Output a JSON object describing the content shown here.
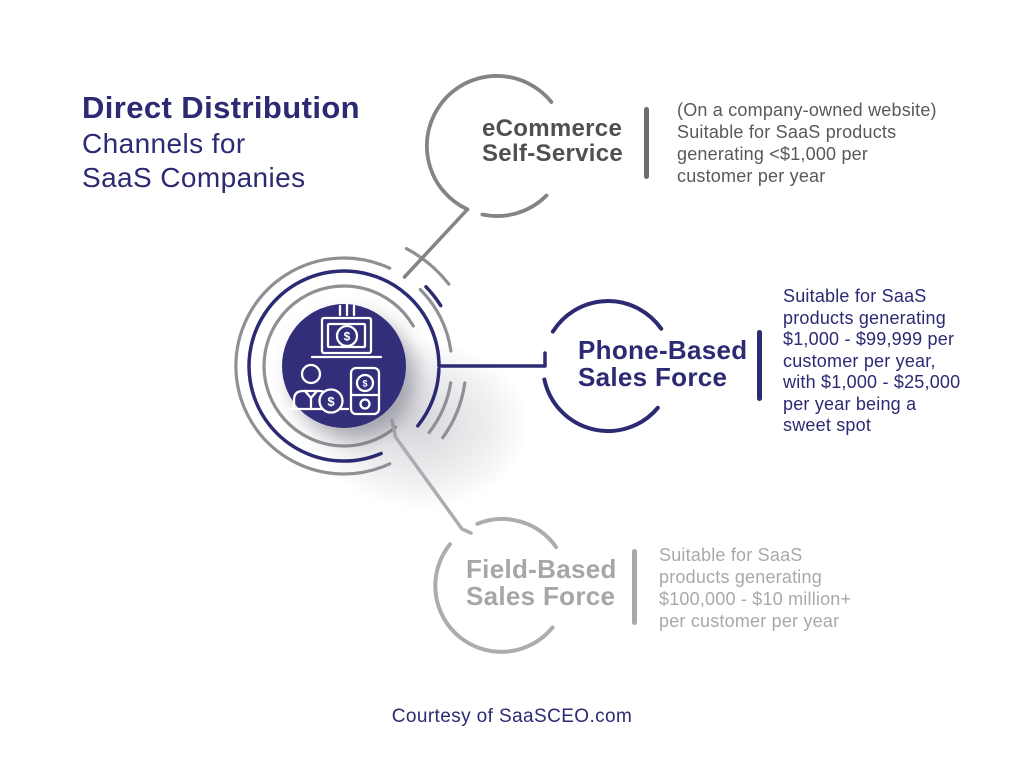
{
  "title": {
    "line1": "Direct Distribution",
    "line2": "Channels for",
    "line3": "SaaS Companies"
  },
  "hub": {
    "coin_symbol": "$",
    "icons": [
      "laptop-money-icon",
      "salesperson-icon",
      "dollar-coin-icon",
      "pos-terminal-icon"
    ]
  },
  "nodes": [
    {
      "id": "ecommerce-self-service",
      "label": [
        "eCommerce",
        "Self-Service"
      ],
      "description": [
        "(On a company-owned website)",
        "Suitable for SaaS products",
        "generating <$1,000 per",
        "customer per year"
      ],
      "accent_color": "#828487",
      "label_color": "#4F5052",
      "description_color": "#58595B"
    },
    {
      "id": "phone-based-sales-force",
      "label": [
        "Phone-Based",
        "Sales Force"
      ],
      "description": [
        "Suitable for SaaS",
        "products generating",
        "$1,000 - $99,999 per",
        "customer per year,",
        "with $1,000 - $25,000",
        "per year being a",
        "sweet spot"
      ],
      "accent_color": "#2B2A72",
      "label_color": "#2B2A72",
      "description_color": "#2B2A72"
    },
    {
      "id": "field-based-sales-force",
      "label": [
        "Field-Based",
        "Sales Force"
      ],
      "description": [
        "Suitable for SaaS",
        "products generating",
        "$100,000 - $10 million+",
        "per customer per year"
      ],
      "accent_color": "#A7A9AC",
      "label_color": "#A4A6A9",
      "description_color": "#A7A9AC"
    }
  ],
  "footer": {
    "text": "Courtesy of SaaSCEO.com"
  },
  "colors": {
    "navy": "#2B2A72",
    "hub_fill": "#312F79",
    "ring_gray": "#8E9093",
    "ecommerce_gray": "#828487",
    "field_gray": "#A7A9AC",
    "background": "#FFFFFF"
  }
}
